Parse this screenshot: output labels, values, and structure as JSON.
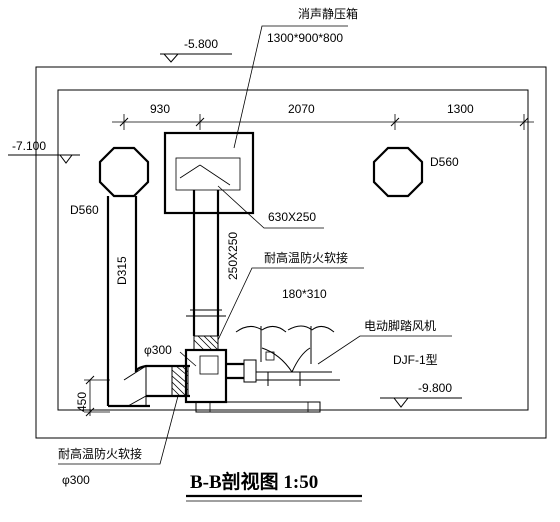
{
  "drawing": {
    "title": "B-B剖视图 1:50"
  },
  "elevations": {
    "top": "-5.800",
    "left": "-7.100",
    "floor": "-9.800"
  },
  "dimensions": {
    "span_1": "930",
    "span_2": "2070",
    "span_3": "1300",
    "height_450": "450"
  },
  "labels": {
    "plenum_box": "消声静压箱",
    "plenum_size": "1300*900*800",
    "duct_630": "630X250",
    "duct_250": "250X250",
    "round_d560_left": "D560",
    "round_d560_right": "D560",
    "duct_d315": "D315",
    "flex_joint_top": "耐高温防火软接",
    "size_180": "180*310",
    "fan_name": "电动脚踏风机",
    "fan_model": "DJF-1型",
    "pipe_300_upper": "φ300",
    "flex_joint_bottom": "耐高温防火软接",
    "pipe_300_lower": "φ300"
  }
}
